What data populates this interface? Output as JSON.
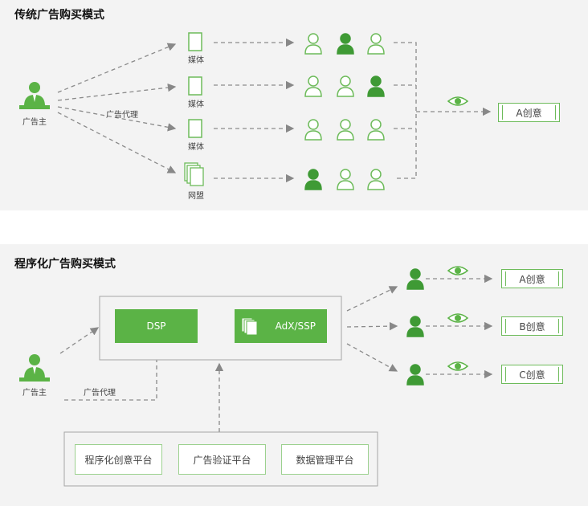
{
  "traditional": {
    "title": "传统广告购买模式",
    "advertiser_label": "广告主",
    "agency_label": "广告代理",
    "channels": [
      "媒体",
      "媒体",
      "媒体",
      "网盟"
    ],
    "creative_label": "A创意"
  },
  "programmatic": {
    "title": "程序化广告购买模式",
    "advertiser_label": "广告主",
    "agency_label": "广告代理",
    "dsp_label": "DSP",
    "adx_label": "AdX/SSP",
    "platforms": [
      "程序化创意平台",
      "广告验证平台",
      "数据管理平台"
    ],
    "creatives": [
      "A创意",
      "B创意",
      "C创意"
    ]
  },
  "colors": {
    "accent_green": "#5bb346",
    "outline_green": "#6dbb5a",
    "arrow_gray": "#888888",
    "panel_bg": "#f3f3f3"
  },
  "icons": [
    "person-icon",
    "document-icon",
    "stacked-documents-icon",
    "eye-icon"
  ]
}
